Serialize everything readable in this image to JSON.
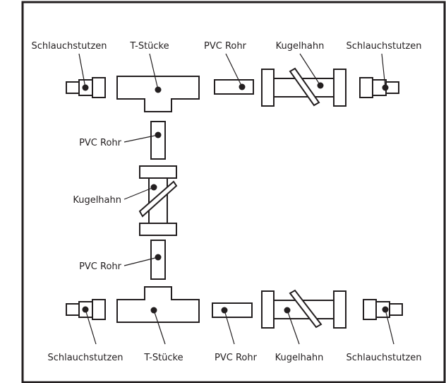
{
  "labels": {
    "top_hose_left": "Schlauchstutzen",
    "top_tee": "T-Stücke",
    "top_pipe": "PVC Rohr",
    "top_valve": "Kugelhahn",
    "top_hose_right": "Schlauchstutzen",
    "mid_pipe_upper": "PVC Rohr",
    "mid_valve": "Kugelhahn",
    "mid_pipe_lower": "PVC Rohr",
    "bottom_hose_left": "Schlauchstutzen",
    "bottom_tee": "T-Stücke",
    "bottom_pipe": "PVC Rohr",
    "bottom_valve": "Kugelhahn",
    "bottom_hose_right": "Schlauchstutzen"
  }
}
